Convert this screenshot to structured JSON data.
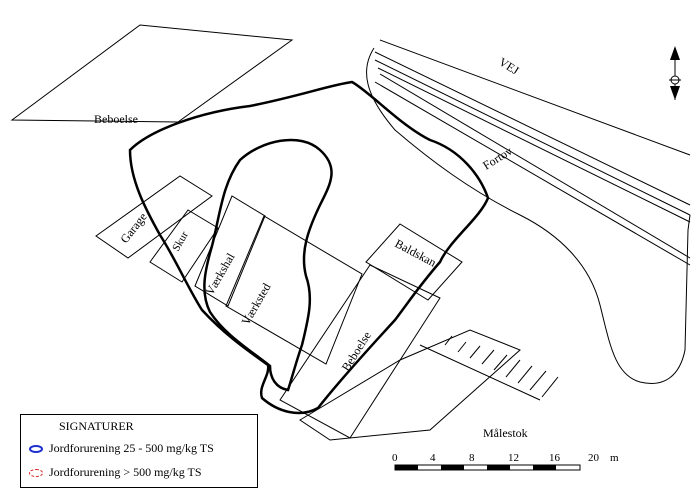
{
  "labels": {
    "road": "VEJ",
    "sidewalk": "Fortov",
    "housing_top": "Beboelse",
    "garage": "Garage",
    "shed": "Skur",
    "workshop_hall": "Værkshal",
    "workshop": "Værksted",
    "basement": "Baldskan",
    "housing_bottom": "Beboelse"
  },
  "legend": {
    "title": "SIGNATURER",
    "items": [
      {
        "label": "Jordforurening 25 - 500 mg/kg TS",
        "color": "#1a2fd0",
        "style": "solid"
      },
      {
        "label": "Jordforurening > 500 mg/kg TS",
        "color": "#e02020",
        "style": "dashed"
      }
    ]
  },
  "scale": {
    "title": "Målestok",
    "ticks": [
      "0",
      "4",
      "8",
      "12",
      "16",
      "20"
    ],
    "unit": "m"
  },
  "north_icon": "north-arrow-icon"
}
